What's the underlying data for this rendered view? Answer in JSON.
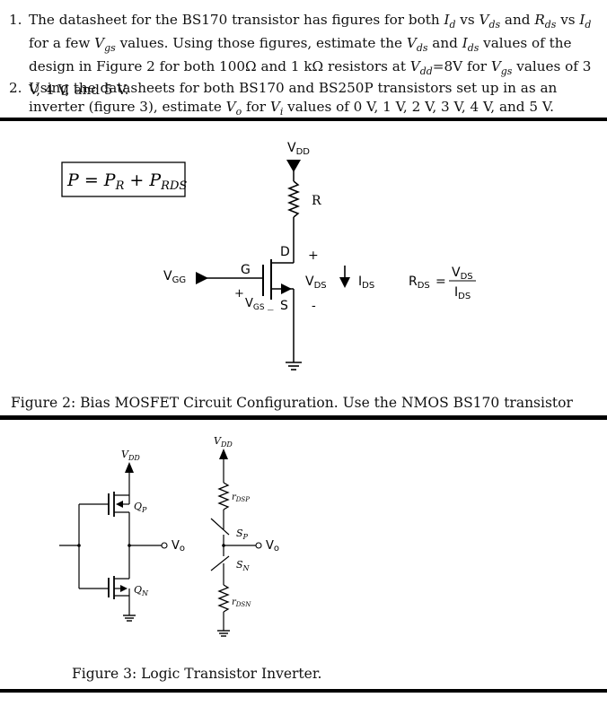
{
  "questions": [
    {
      "number": "1.",
      "segments": [
        {
          "t": "The datasheet for the BS170 transistor has figures for both "
        },
        {
          "t": "I",
          "i": true
        },
        {
          "t": "d",
          "sub": true,
          "i": true
        },
        {
          "t": " vs "
        },
        {
          "t": "V",
          "i": true
        },
        {
          "t": "ds",
          "sub": true,
          "i": true
        },
        {
          "t": " and "
        },
        {
          "t": "R",
          "i": true
        },
        {
          "t": "ds",
          "sub": true,
          "i": true
        },
        {
          "t": " vs "
        },
        {
          "t": "I",
          "i": true
        },
        {
          "t": "d",
          "sub": true,
          "i": true
        },
        {
          "t": " for a few "
        },
        {
          "t": "V",
          "i": true
        },
        {
          "t": "gs",
          "sub": true,
          "i": true
        },
        {
          "t": " values. Using those figures, estimate the "
        },
        {
          "t": "V",
          "i": true
        },
        {
          "t": "ds",
          "sub": true,
          "i": true
        },
        {
          "t": " and "
        },
        {
          "t": "I",
          "i": true
        },
        {
          "t": "ds",
          "sub": true,
          "i": true
        },
        {
          "t": " values of the design in Figure 2 for both 100Ω and 1 kΩ resistors at "
        },
        {
          "t": "V",
          "i": true
        },
        {
          "t": "dd",
          "sub": true,
          "i": true
        },
        {
          "t": "=8V for "
        },
        {
          "t": "V",
          "i": true
        },
        {
          "t": "gs",
          "sub": true,
          "i": true
        },
        {
          "t": " values of 3 V, 4 V, and 5 V."
        }
      ]
    },
    {
      "number": "2.",
      "segments": [
        {
          "t": "Using the datasheets for both BS170 and BS250P transistors set up in as an inverter (figure 3), estimate "
        },
        {
          "t": "V",
          "i": true
        },
        {
          "t": "o",
          "sub": true,
          "i": true
        },
        {
          "t": " for "
        },
        {
          "t": "V",
          "i": true
        },
        {
          "t": "i",
          "sub": true,
          "i": true
        },
        {
          "t": " values of 0 V, 1 V, 2 V, 3 V, 4 V, and 5 V."
        }
      ]
    }
  ],
  "figure2": {
    "equation": "P = P",
    "equation_sub_r": "R",
    "equation_plus": " + P",
    "equation_sub_rds": "RDS",
    "vdd": "V",
    "vdd_sub": "DD",
    "r_label": "R",
    "d_label": "D",
    "g_label": "G",
    "s_label": "S",
    "vgg": "V",
    "vgg_sub": "GG",
    "vgs": "V",
    "vgs_sub": "GS",
    "vds": "V",
    "vds_sub": "DS",
    "ids": "I",
    "ids_sub": "DS",
    "rds_left": "R",
    "rds_left_sub": "DS",
    "rds_eq": "=",
    "rds_num": "V",
    "rds_num_sub": "DS",
    "rds_den": "I",
    "rds_den_sub": "DS",
    "plus_top": "+",
    "minus_bottom": "-",
    "plus_gs": "+",
    "minus_gs": "_",
    "caption": "Figure 2: Bias MOSFET Circuit Configuration. Use the NMOS BS170 transistor"
  },
  "figure3": {
    "vdd_left": "V",
    "vdd_left_sub": "DD",
    "vdd_right": "V",
    "vdd_right_sub": "DD",
    "qp": "Q",
    "qp_sub": "P",
    "qn": "Q",
    "qn_sub": "N",
    "vo_left": "V",
    "vo_left_sub": "o",
    "vo_right": "V",
    "vo_right_sub": "o",
    "rdsp": "r",
    "rdsp_sub": "DSP",
    "rdsn": "r",
    "rdsn_sub": "DSN",
    "sp": "S",
    "sp_sub": "P",
    "sn": "S",
    "sn_sub": "N",
    "caption": "Figure 3: Logic Transistor Inverter."
  }
}
